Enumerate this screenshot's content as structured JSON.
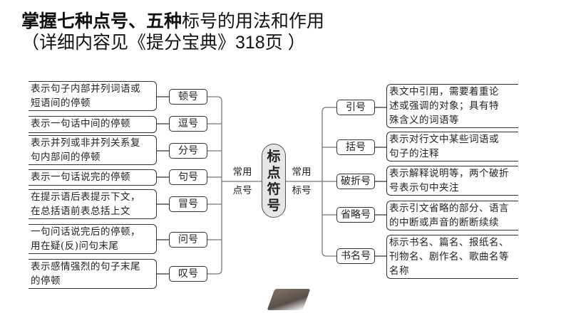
{
  "title": {
    "line1_bold": "掌握七种点号、五种",
    "line1_rest": "标号的用法和作用",
    "line2": "（详细内容见《提分宝典》318页 ）"
  },
  "center": {
    "label": "标点符号"
  },
  "left_category": {
    "line1": "常用",
    "line2": "点号"
  },
  "right_category": {
    "line1": "常用",
    "line2": "标号"
  },
  "dianhao": [
    {
      "name": "顿号",
      "desc": "表示句子内部并列词语或\n短语间的停顿"
    },
    {
      "name": "逗号",
      "desc": "表示一句话中间的停顿"
    },
    {
      "name": "分号",
      "desc": "表示并列或非并列关系复\n句内部间的停顿"
    },
    {
      "name": "句号",
      "desc": "表示一句话说完的停顿"
    },
    {
      "name": "冒号",
      "desc": "在提示语后表提示下文，\n在总括语前表总括上文"
    },
    {
      "name": "问号",
      "desc": " 一句问话说完后的停顿，\n用在疑(反)问句末尾"
    },
    {
      "name": "叹号",
      "desc": "表示感情强烈的句子末尾\n的停顿"
    }
  ],
  "biaohao": [
    {
      "name": "引号",
      "desc": "表文中引用，需要着重论\n述或强调的对象；具有特\n殊含义的词语等"
    },
    {
      "name": "括号",
      "desc": "表示对行文中某些词语或\n句子的注释"
    },
    {
      "name": "破折号",
      "desc": "表示解释说明等，两个破折\n号表示句中夹注"
    },
    {
      "name": "省略号",
      "desc": "表示引文省略的部分、语言\n的中断或声音的断断续续"
    },
    {
      "name": "书名号",
      "desc": "标示书名、篇名、报纸名、\n刊物名、剧作名、歌曲名等\n名称"
    }
  ]
}
